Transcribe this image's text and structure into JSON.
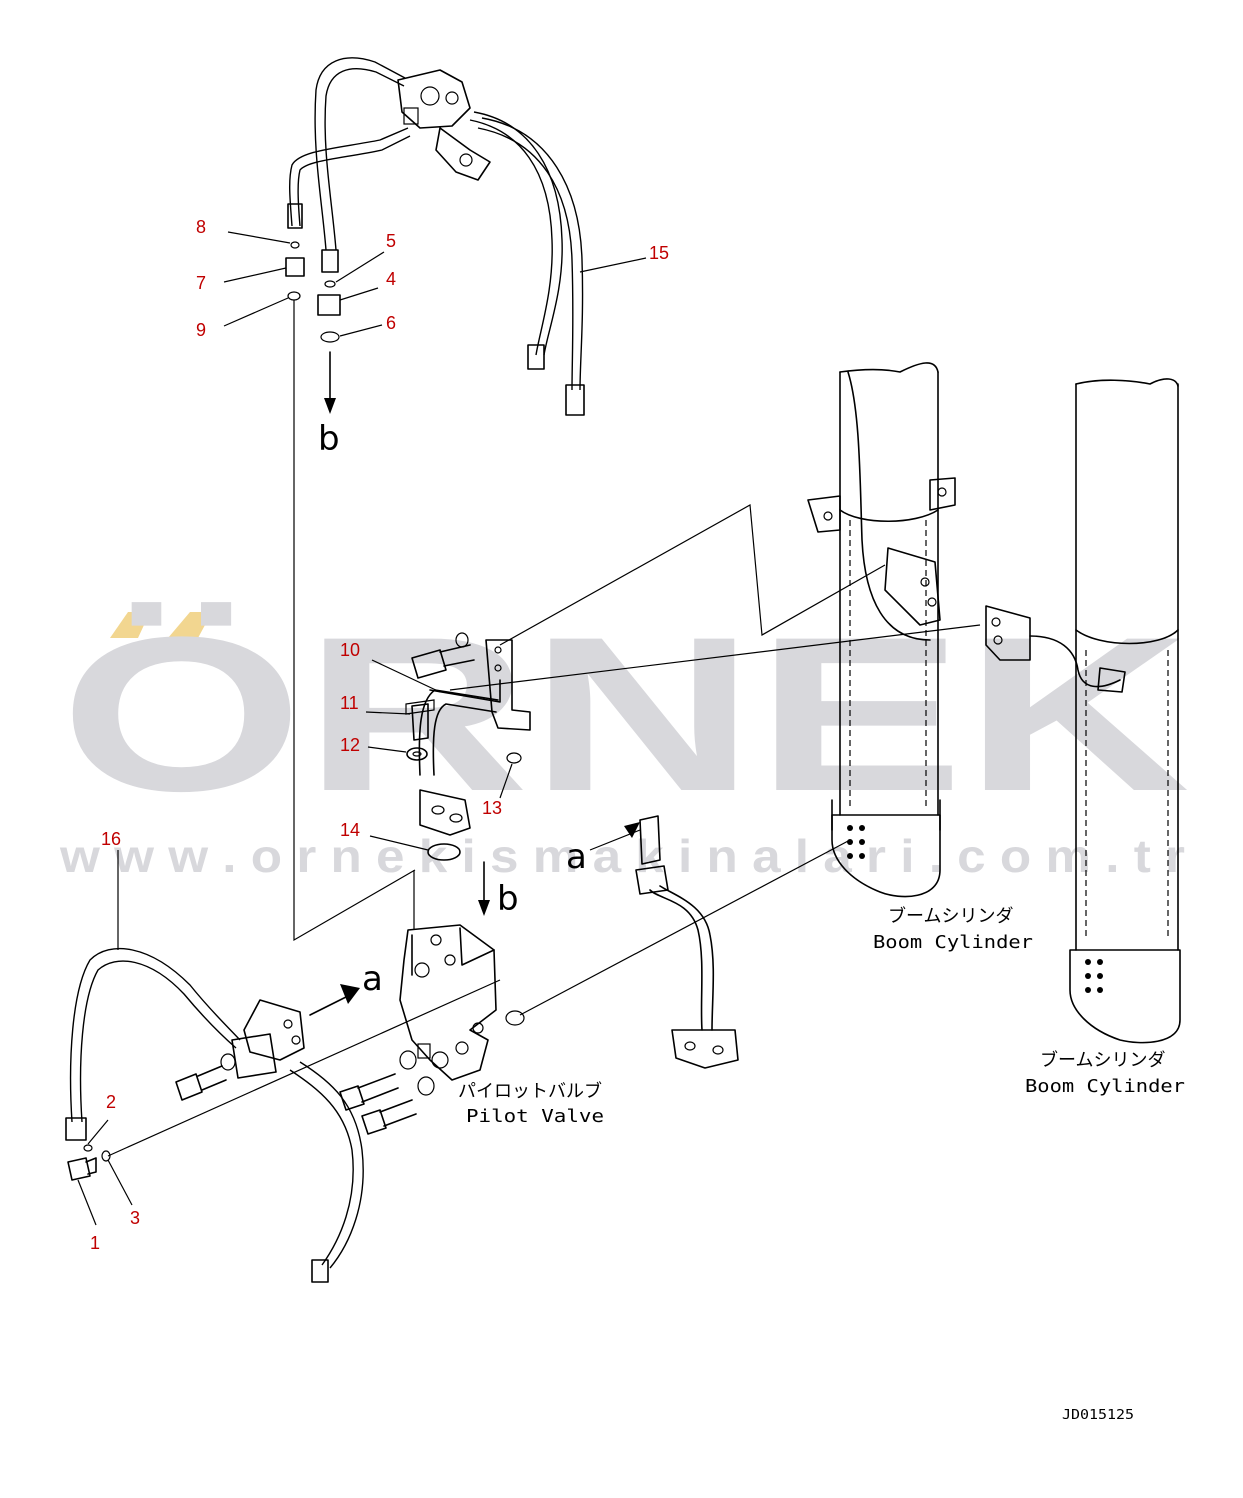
{
  "watermark": {
    "brand": "ÖRNEK",
    "url": "w w w . o r n e k i s m a k i n a l a r i . c o m . t r",
    "colors": {
      "text": "#d8d8dc",
      "accent": "#f2d690"
    }
  },
  "callouts": {
    "c1": "1",
    "c2": "2",
    "c3": "3",
    "c4": "4",
    "c5": "5",
    "c6": "6",
    "c7": "7",
    "c8": "8",
    "c9": "9",
    "c10": "10",
    "c11": "11",
    "c12": "12",
    "c13": "13",
    "c14": "14",
    "c15": "15",
    "c16": "16"
  },
  "arrows": {
    "a": "a",
    "b": "b"
  },
  "labels": {
    "boom_jp": "ブームシリンダ",
    "boom_en": "Boom Cylinder",
    "pilot_jp": "パイロットバルブ",
    "pilot_en": "Pilot Valve"
  },
  "drawing_id": "JD015125",
  "colors": {
    "callout": "#c00000",
    "line": "#000000"
  }
}
